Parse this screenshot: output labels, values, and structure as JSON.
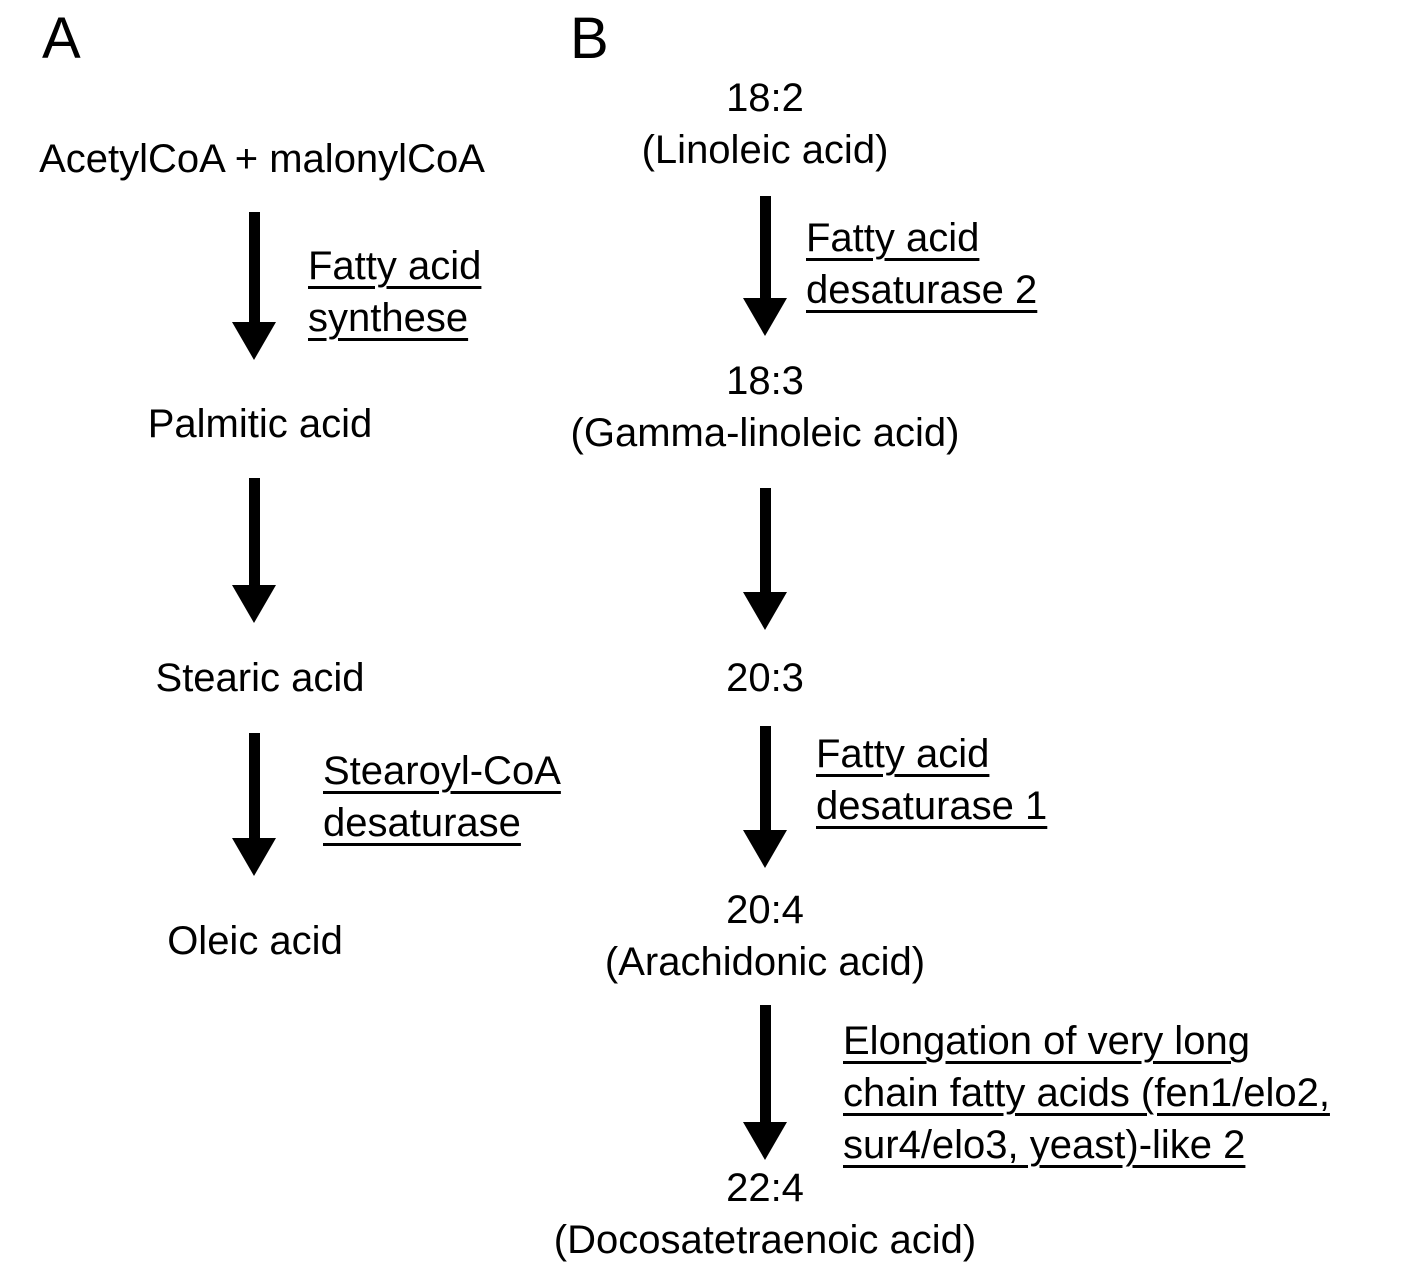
{
  "figure": {
    "background_color": "#ffffff",
    "text_color": "#000000"
  },
  "panel_a": {
    "label": "A",
    "substrate": "AcetylCoA + malonylCoA",
    "enzyme_step1": "Fatty acid\nsynthese",
    "product1": "Palmitic acid",
    "product2": "Stearic acid",
    "enzyme_step3": "Stearoyl-CoA\ndesaturase",
    "product3": "Oleic acid"
  },
  "panel_b": {
    "label": "B",
    "node1_code": "18:2",
    "node1_name": "(Linoleic acid)",
    "enzyme_step1": "Fatty acid\ndesaturase 2",
    "node2_code": "18:3",
    "node2_name": "(Gamma-linoleic acid)",
    "node3_code": "20:3",
    "enzyme_step3": "Fatty acid\ndesaturase 1",
    "node4_code": "20:4",
    "node4_name": "(Arachidonic acid)",
    "enzyme_step4": "Elongation of very long\nchain fatty acids (fen1/elo2,\nsur4/elo3, yeast)-like 2",
    "node5_code": "22:4",
    "node5_name": "(Docosatetraenoic acid)"
  }
}
